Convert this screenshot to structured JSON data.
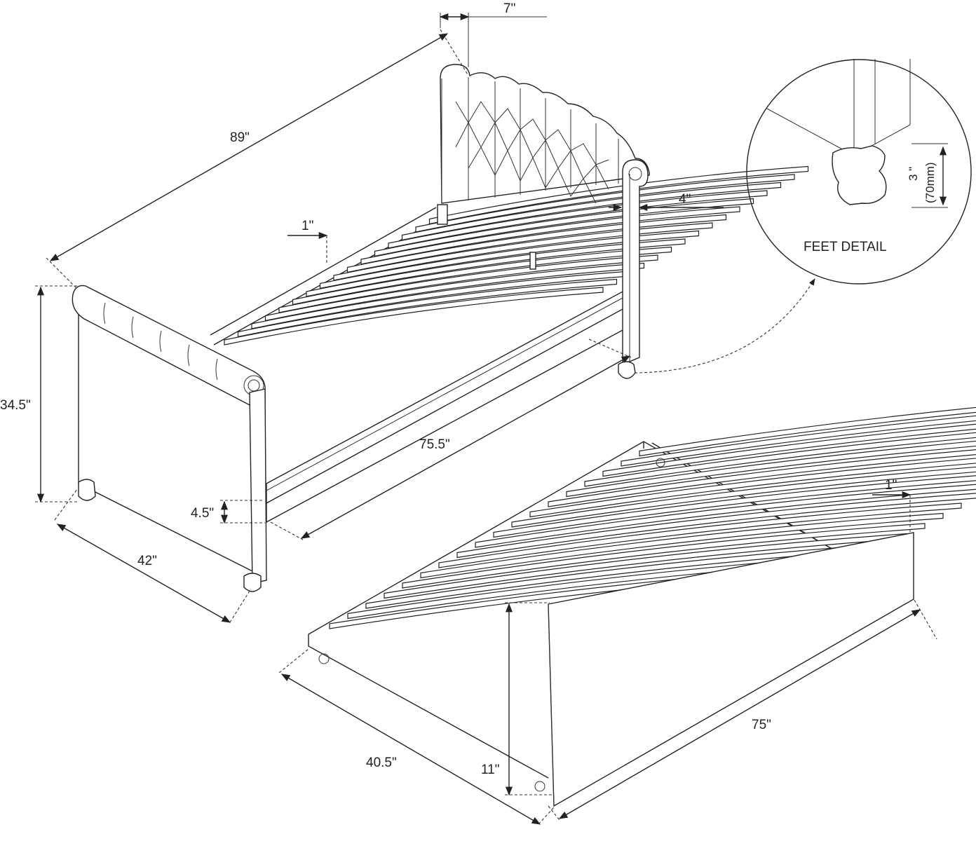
{
  "diagram": {
    "dims": {
      "headboard_depth": "7\"",
      "overall_length": "89\"",
      "arm_width": "4\"",
      "frame_setback": "1\"",
      "height": "34.5\"",
      "inner_length": "75.5\"",
      "leg_height": "4.5\"",
      "width": "42\"",
      "trundle_setback": "1\"",
      "trundle_length": "75\"",
      "trundle_width": "40.5\"",
      "trundle_height": "11\""
    },
    "feet_detail": {
      "title": "FEET DETAIL",
      "height_in": "3 \"",
      "height_mm": "(70mm)"
    }
  }
}
